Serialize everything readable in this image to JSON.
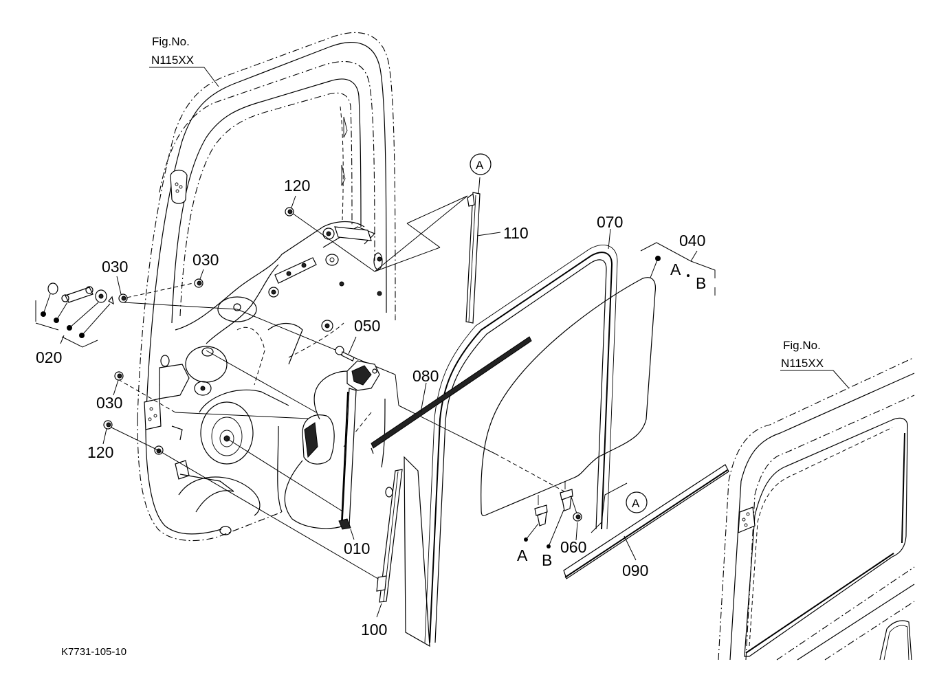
{
  "figure": {
    "drawing_code": "K7731-105-10",
    "references": [
      {
        "line1": "Fig.No.",
        "line2": "N115XX"
      },
      {
        "line1": "Fig.No.",
        "line2": "N115XX"
      }
    ]
  },
  "callouts": {
    "p010": "010",
    "p020": "020",
    "p030a": "030",
    "p030b": "030",
    "p030c": "030",
    "p040": "040",
    "p050": "050",
    "p060": "060",
    "p070": "070",
    "p080": "080",
    "p090": "090",
    "p100": "100",
    "p110": "110",
    "p120a": "120",
    "p120b": "120"
  },
  "markers": {
    "circle_a_top": "A",
    "circle_a_bottom": "A",
    "set040_a": "A",
    "set040_b": "B",
    "clip_a": "A",
    "clip_b": "B"
  }
}
